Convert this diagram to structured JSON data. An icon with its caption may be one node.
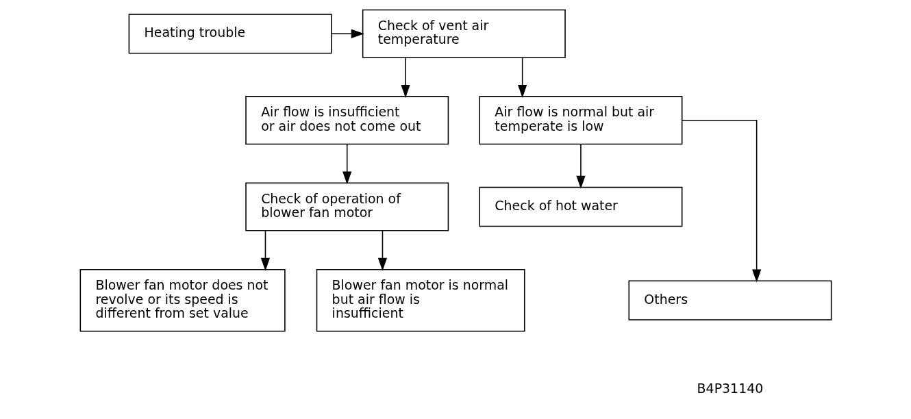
{
  "diagram": {
    "nodes": [
      {
        "text": [
          "Heating trouble"
        ]
      },
      {
        "text": [
          "Check of vent air temperature"
        ]
      },
      {
        "text": [
          "Air flow is insufficient or air does not come out"
        ]
      },
      {
        "text": [
          "Air flow is normal but air temperate is low"
        ]
      },
      {
        "text": [
          "Check of operation of blower fan motor"
        ]
      },
      {
        "text": [
          "Blower fan motor does not revolve or its speed is different from set value"
        ]
      },
      {
        "text": [
          "Blower fan motor is normal but air flow is insufficient"
        ]
      },
      {
        "text": [
          "Check of hot water"
        ]
      },
      {
        "text": [
          "Others"
        ]
      }
    ],
    "edges": [
      {
        "from": 0,
        "to": 1,
        "arrow": "to"
      },
      {
        "from": 1,
        "to": 2,
        "arrow": "to"
      },
      {
        "from": 1,
        "to": 3,
        "arrow": "to"
      },
      {
        "from": 2,
        "to": 4,
        "arrow": "to"
      },
      {
        "from": 4,
        "to": 5,
        "arrow": "to"
      },
      {
        "from": 4,
        "to": 6,
        "arrow": "to"
      },
      {
        "from": 3,
        "to": 7,
        "arrow": "to"
      },
      {
        "from": 3,
        "to": 8,
        "arrow": "to"
      }
    ],
    "labels": [
      "B4P31140"
    ]
  }
}
